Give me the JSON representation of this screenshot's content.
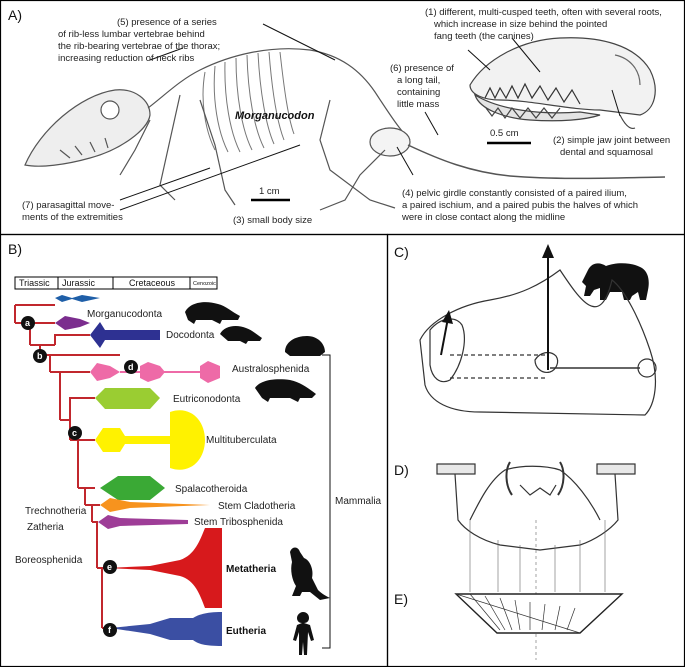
{
  "panels": {
    "a": "A)",
    "b": "B)",
    "c": "C)",
    "d": "D)",
    "e": "E)"
  },
  "panel_a": {
    "species": "Morganucodon",
    "ann1": [
      "(1) different, multi-cusped teeth, often with several roots,",
      "which increase in size behind the pointed",
      "fang teeth (the canines)"
    ],
    "ann2": [
      "(2) simple jaw joint between",
      "dental and squamosal"
    ],
    "ann3": "(3) small body size",
    "ann4": [
      "(4) pelvic girdle constantly consisted of a paired ilium,",
      "a paired ischium, and a paired pubis the halves of which",
      "were in close contact along the midline"
    ],
    "ann5": [
      "(5) presence of a series",
      "of rib-less lumbar vertebrae behind",
      "the rib-bearing vertebrae of the thorax;",
      "increasing reduction of neck ribs"
    ],
    "ann6": [
      "(6) presence of",
      "a long tail,",
      "containing",
      "little mass"
    ],
    "ann7": [
      "(7) parasagittal move-",
      "ments of the extremities"
    ],
    "scale_skull": "0.5 cm",
    "scale_body": "1 cm"
  },
  "panel_b": {
    "periods": [
      "Triassic",
      "Jurassic",
      "Cretaceous",
      "Cenozoic"
    ],
    "taxa": {
      "morganucodonta": "Morganucodonta",
      "docodonta": "Docodonta",
      "australosphenida": "Australosphenida",
      "eutriconodonta": "Eutriconodonta",
      "multituberculata": "Multituberculata",
      "spalacotheroida": "Spalacotheroida",
      "stem_cladotheria": "Stem Cladotheria",
      "stem_tribosphenida": "Stem Tribosphenida",
      "metatheria": "Metatheria",
      "eutheria": "Eutheria"
    },
    "clades": {
      "trechnotheria": "Trechnotheria",
      "zatheria": "Zatheria",
      "boreosphenida": "Boreosphenida",
      "mammalia": "Mammalia"
    },
    "nodes": [
      "a",
      "b",
      "c",
      "d",
      "e",
      "f"
    ],
    "colors": {
      "tree": "#c1272d",
      "morganucodonta": "#1f5fa8",
      "docodonta_branch": "#7b2d8e",
      "docodonta": "#2e3192",
      "australosphenida": "#ee6aa7",
      "eutriconodonta": "#9acd32",
      "multituberculata": "#fff200",
      "spalacotheroida": "#3aa935",
      "stem_cladotheria": "#f7931e",
      "stem_tribosphenida": "#9e3d97",
      "metatheria": "#d7191c",
      "eutheria": "#3b4fa3"
    }
  }
}
